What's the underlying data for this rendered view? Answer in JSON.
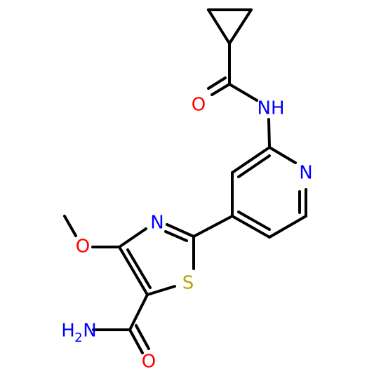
{
  "colors": {
    "background": "#ffffff",
    "bond": "#000000",
    "oxygen": "#ff0000",
    "nitrogen": "#0000ff",
    "sulfur": "#b8a200"
  },
  "atoms": {
    "o_amide_top": "O",
    "nh_top": "NH",
    "n_pyridine": "N",
    "n_thiazole": "N",
    "o_methoxy": "O",
    "s_thiazole": "S",
    "nh2_h": "H",
    "nh2_sub": "2",
    "nh2_n": "N",
    "o_amide_bottom": "O"
  }
}
